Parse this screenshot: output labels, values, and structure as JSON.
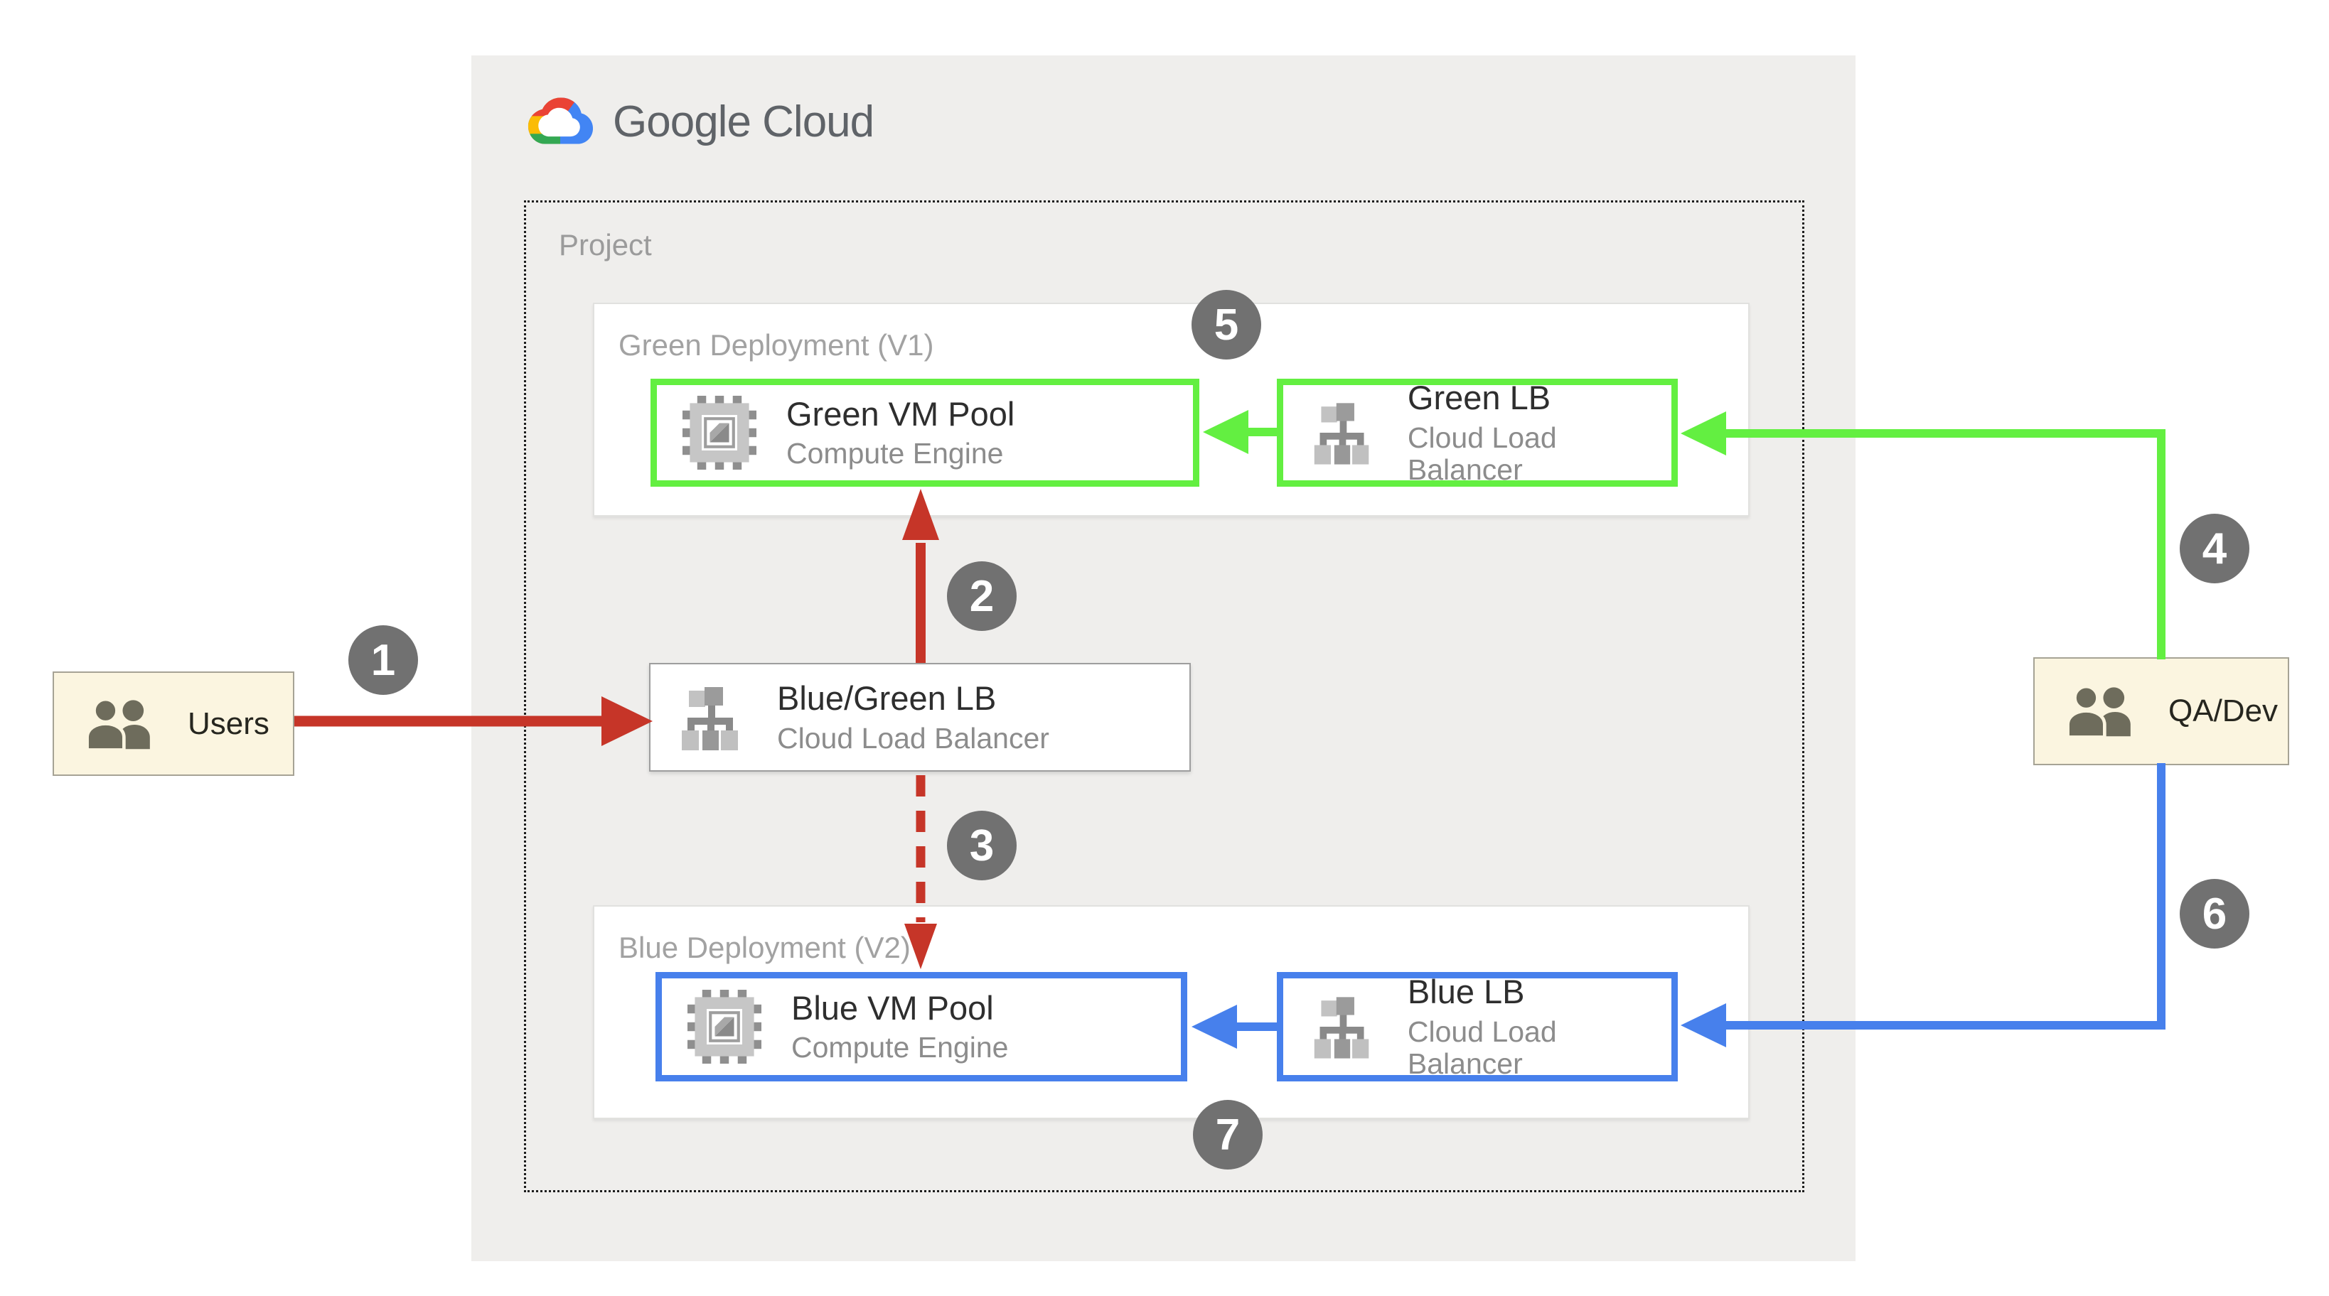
{
  "brand": {
    "name": "Google Cloud"
  },
  "project": {
    "label": "Project"
  },
  "deployments": {
    "green": {
      "label": "Green Deployment (V1)"
    },
    "blue": {
      "label": "Blue Deployment (V2)"
    }
  },
  "nodes": {
    "green_vm_pool": {
      "title": "Green VM Pool",
      "subtitle": "Compute Engine",
      "icon": "compute-engine-icon"
    },
    "green_lb": {
      "title": "Green LB",
      "subtitle": "Cloud Load Balancer",
      "icon": "load-balancer-icon"
    },
    "blue_green_lb": {
      "title": "Blue/Green LB",
      "subtitle": "Cloud Load Balancer",
      "icon": "load-balancer-icon"
    },
    "blue_vm_pool": {
      "title": "Blue VM Pool",
      "subtitle": "Compute Engine",
      "icon": "compute-engine-icon"
    },
    "blue_lb": {
      "title": "Blue LB",
      "subtitle": "Cloud Load Balancer",
      "icon": "load-balancer-icon"
    }
  },
  "actors": {
    "users": {
      "label": "Users",
      "icon": "users-icon"
    },
    "qa_dev": {
      "label": "QA/Dev",
      "icon": "users-icon"
    }
  },
  "steps": [
    "1",
    "2",
    "3",
    "4",
    "5",
    "6",
    "7"
  ],
  "colors": {
    "green": "#63EF41",
    "blue": "#4780EC",
    "red": "#C63528",
    "badge": "#717171",
    "panel_bg": "#EFEEEC",
    "actor_bg": "#FBF5E0",
    "label_gray": "#A2A2A2",
    "subtitle_gray": "#8C8C8C"
  }
}
